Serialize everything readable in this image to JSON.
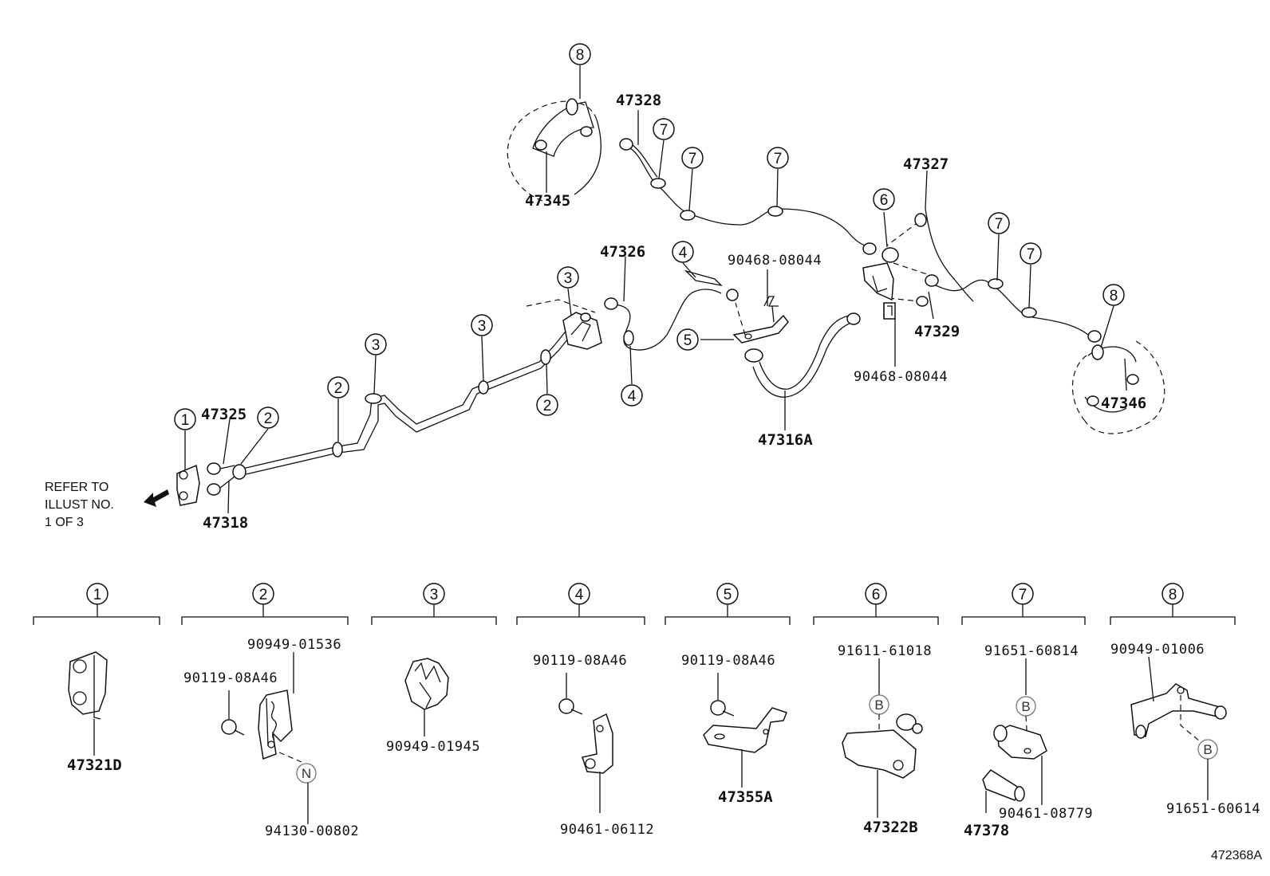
{
  "labels": {
    "p47345": "47345",
    "p47328": "47328",
    "p47327": "47327",
    "p47326": "47326",
    "p90468_top": "90468-08044",
    "p90468_bottom": "90468-08044",
    "p47329": "47329",
    "p47346": "47346",
    "p47316A": "47316A",
    "p47325": "47325",
    "p47318": "47318"
  },
  "note": {
    "line1": "REFER TO",
    "line2": "ILLUST NO.",
    "line3": "1 OF 3"
  },
  "callouts": {
    "c1": "1",
    "c2": "2",
    "c3": "3",
    "c4": "4",
    "c5": "5",
    "c6": "6",
    "c7": "7",
    "c8": "8"
  },
  "legend": [
    {
      "num": "1",
      "parts": [
        "47321D"
      ]
    },
    {
      "num": "2",
      "parts": [
        "90949-01536",
        "90119-08A46",
        "94130-00802"
      ],
      "letter": "N"
    },
    {
      "num": "3",
      "parts": [
        "90949-01945"
      ]
    },
    {
      "num": "4",
      "parts": [
        "90119-08A46",
        "90461-06112"
      ]
    },
    {
      "num": "5",
      "parts": [
        "90119-08A46",
        "47355A"
      ]
    },
    {
      "num": "6",
      "parts": [
        "91611-61018",
        "47322B"
      ],
      "letter": "B"
    },
    {
      "num": "7",
      "parts": [
        "91651-60814",
        "90461-08779",
        "47378"
      ],
      "letter": "B"
    },
    {
      "num": "8",
      "parts": [
        "90949-01006",
        "91651-60614"
      ],
      "letter": "B"
    }
  ],
  "illustration_id": "472368A"
}
